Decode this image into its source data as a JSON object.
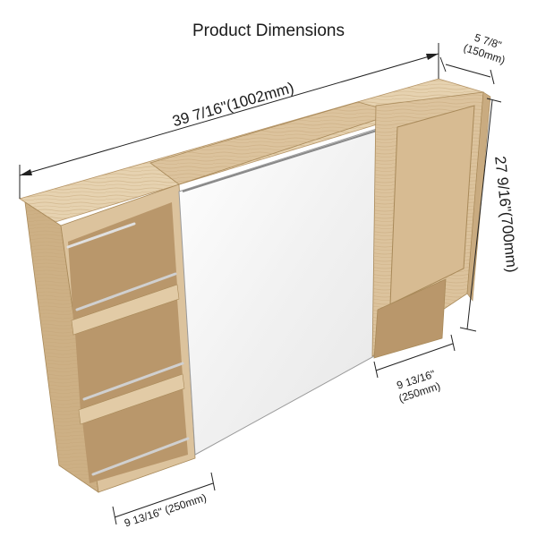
{
  "title": "Product Dimensions",
  "dimensions": {
    "width": "39 7/16\"(1002mm)",
    "depth_in": "5 7/8\"",
    "depth_mm": "(150mm)",
    "height": "27 9/16\"(700mm)",
    "right_shelf_in": "9 13/16\"",
    "right_shelf_mm": "(250mm)",
    "left_shelf": "9 13/16\" (250mm)"
  },
  "colors": {
    "wood_front": "#dcc39d",
    "wood_top": "#e6d2b0",
    "wood_dark": "#c9ab80",
    "wood_inner": "#b9976b",
    "mirror": "#f3f3f3",
    "rail": "#cfcfcf",
    "line": "#222222"
  }
}
